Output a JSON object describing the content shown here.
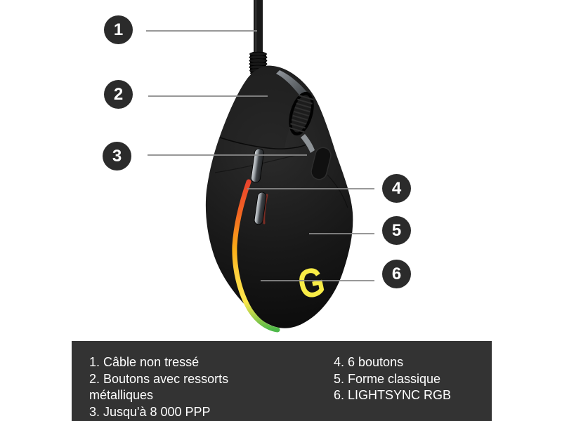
{
  "callout_markers": [
    {
      "number": "1"
    },
    {
      "number": "2"
    },
    {
      "number": "3"
    },
    {
      "number": "4"
    },
    {
      "number": "5"
    },
    {
      "number": "6"
    }
  ],
  "legend": {
    "items_left": [
      "1. Câble non tressé",
      "2. Boutons avec ressorts métalliques",
      "3. Jusqu'à 8 000 PPP"
    ],
    "items_right": [
      "4. 6 boutons",
      "5. Forme classique",
      "6. LIGHTSYNC RGB"
    ]
  },
  "colors": {
    "background": "#ffffff",
    "legend_panel_background": "#333333",
    "legend_text": "#ffffff",
    "marker_background": "#2b2b2b",
    "marker_text": "#ffffff",
    "callout_line": "#8a8a8a",
    "mouse_body": "#111111",
    "rgb_strip_gradient": [
      "#e8402e",
      "#f26522",
      "#ffd23f",
      "#4db848"
    ],
    "g_logo_gradient": [
      "#f8ec46",
      "#8cc63f",
      "#00a65e"
    ]
  }
}
